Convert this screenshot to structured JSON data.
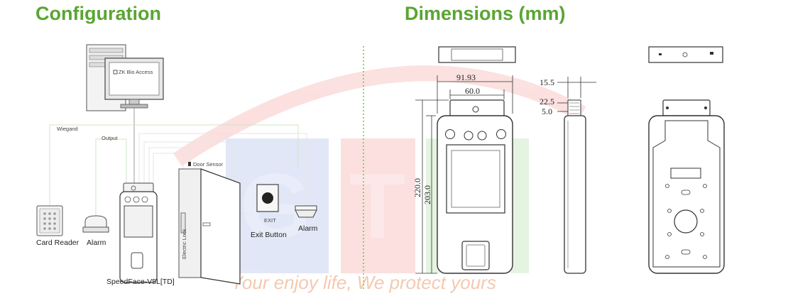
{
  "headings": {
    "configuration": "Configuration",
    "dimensions": "Dimensions (mm)"
  },
  "config": {
    "monitor_brand": "ZK Bio Access",
    "wiegand_label": "Wiegand",
    "output_label": "Output",
    "door_sensor_label": "Door Sensor",
    "electric_lock_label": "Electric Lock",
    "exit_button_label": "Exit Button",
    "exit_button_text": "EXIT",
    "alarm_right_label": "Alarm",
    "card_reader_label": "Card Reader",
    "alarm_left_label": "Alarm",
    "device_label": "SpeedFace-V5L[TD]"
  },
  "dimensions": {
    "width_overall": "91.93",
    "width_camera": "60.0",
    "height_overall": "220.0",
    "height_body": "203.0",
    "depth_top": "15.5",
    "depth_mid": "22.5",
    "depth_bottom": "5.0"
  },
  "watermark": {
    "slogan": "Your enjoy life, We protect yours"
  },
  "colors": {
    "heading_green": "#5aa532",
    "divider_green": "#6bbf3a",
    "watermark_red": "#e8463c",
    "watermark_blue": "#4a6fd0",
    "watermark_green": "#5cc04a"
  }
}
